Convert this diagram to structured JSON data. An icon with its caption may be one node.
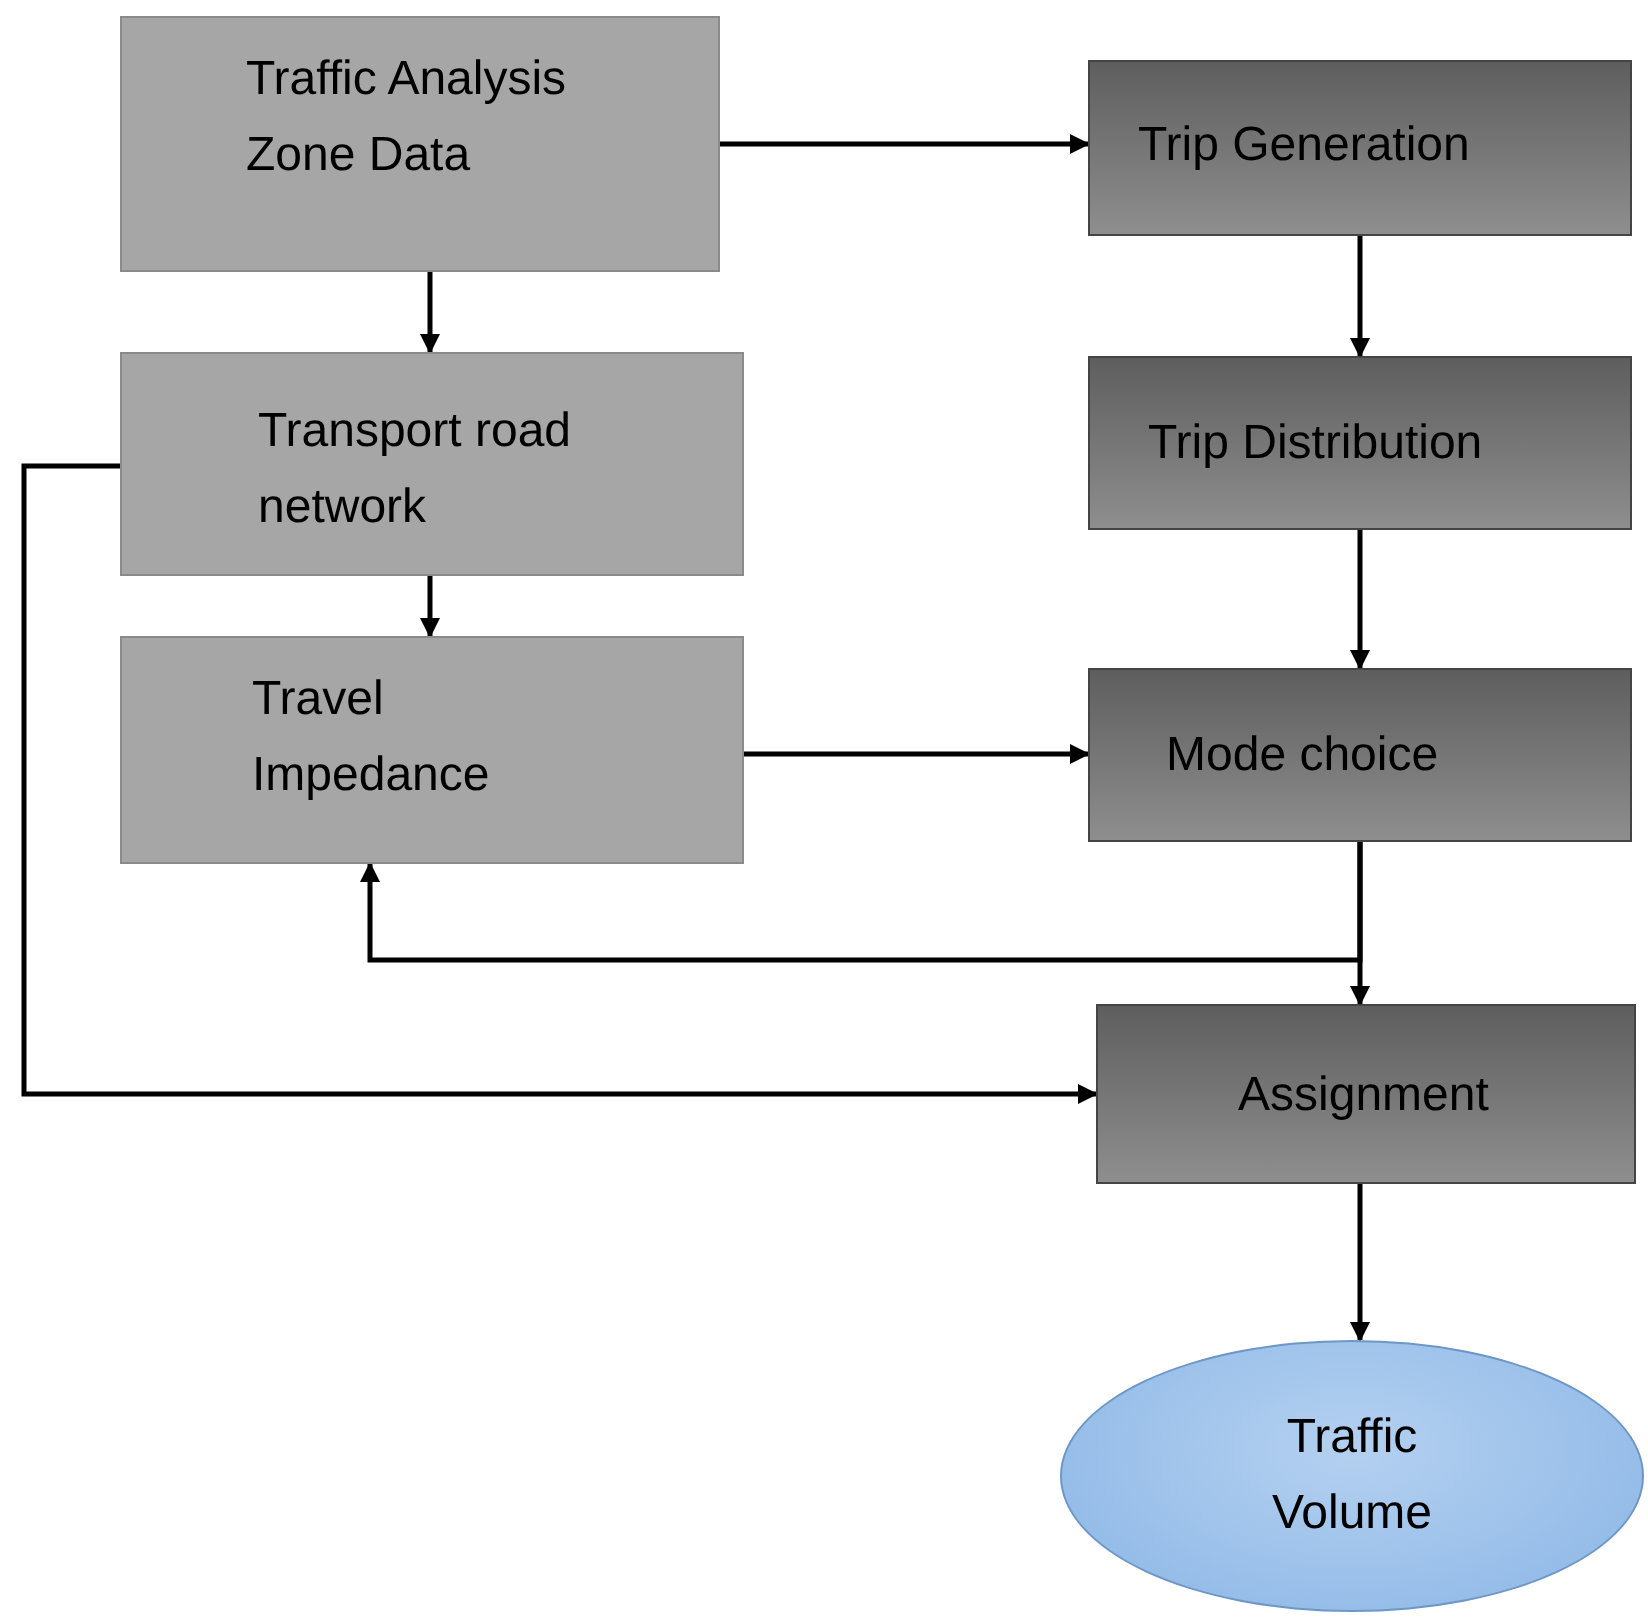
{
  "diagram": {
    "nodes": [
      {
        "text": [
          "Traffic Analysis Zone Data"
        ]
      },
      {
        "text": [
          "Trip Generation"
        ]
      },
      {
        "text": [
          "Transport road network"
        ]
      },
      {
        "text": [
          "Trip Distribution"
        ]
      },
      {
        "text": [
          "Travel Impedance"
        ]
      },
      {
        "text": [
          "Mode choice"
        ]
      },
      {
        "text": [
          "Assignment"
        ]
      },
      {
        "text": [
          "Traffic Volume"
        ]
      }
    ],
    "edges": [
      {
        "from": 0,
        "to": 1,
        "arrow": "to"
      },
      {
        "from": 0,
        "to": 2,
        "arrow": "to"
      },
      {
        "from": 1,
        "to": 3,
        "arrow": "to"
      },
      {
        "from": 2,
        "to": 4,
        "arrow": "to"
      },
      {
        "from": 3,
        "to": 5,
        "arrow": "to"
      },
      {
        "from": 4,
        "to": 5,
        "arrow": "to"
      },
      {
        "from": 5,
        "to": 6,
        "arrow": "to"
      },
      {
        "from": 5,
        "to": 4,
        "arrow": "to"
      },
      {
        "from": 2,
        "to": 6,
        "arrow": "to"
      },
      {
        "from": 6,
        "to": 7,
        "arrow": "to"
      }
    ]
  }
}
